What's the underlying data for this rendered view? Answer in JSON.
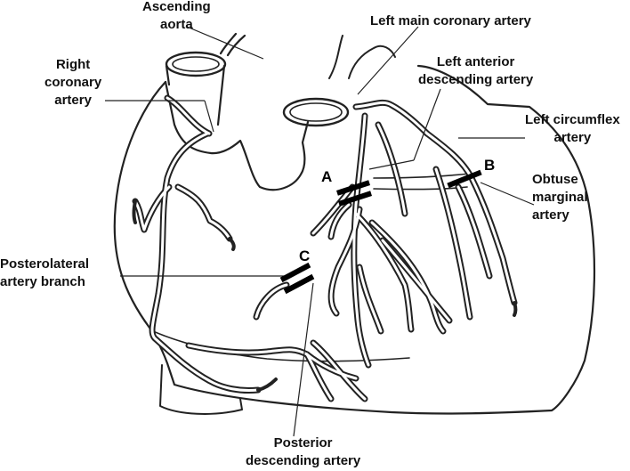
{
  "labels": {
    "ascending_aorta": [
      "Ascending",
      "aorta"
    ],
    "right_coronary": [
      "Right",
      "coronary",
      "artery"
    ],
    "left_main": "Left main coronary artery",
    "lad": [
      "Left anterior",
      "descending artery"
    ],
    "circumflex": [
      "Left circumflex",
      "artery"
    ],
    "obtuse_marginal": [
      "Obtuse",
      "marginal",
      "artery"
    ],
    "posterolateral": [
      "Posterolateral",
      "artery branch"
    ],
    "pda": [
      "Posterior",
      "descending artery"
    ]
  },
  "markers": {
    "a": "A",
    "b": "B",
    "c": "C"
  },
  "colors": {
    "line": "#222222",
    "vessel_fill": "#ffffff",
    "marker": "#000000"
  }
}
